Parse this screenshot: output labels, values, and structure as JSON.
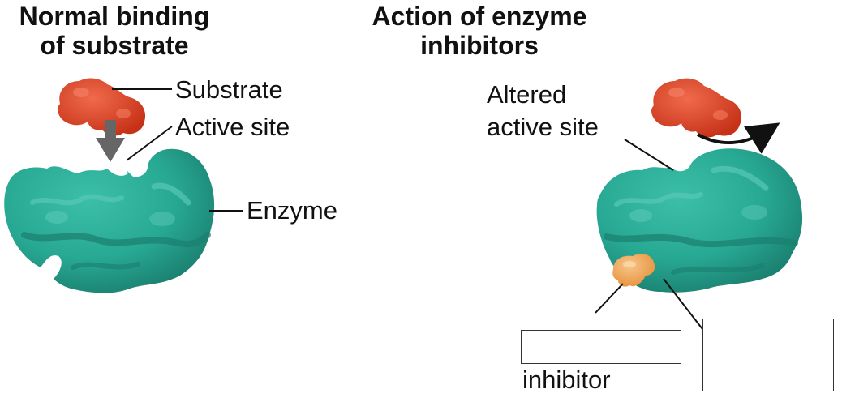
{
  "left_panel": {
    "title_line1": "Normal binding",
    "title_line2": "of substrate",
    "labels": {
      "substrate": "Substrate",
      "active_site": "Active site",
      "enzyme": "Enzyme"
    }
  },
  "right_panel": {
    "title_line1": "Action of enzyme",
    "title_line2": "inhibitors",
    "labels": {
      "altered_line1": "Altered",
      "altered_line2": "active site",
      "inhibitor": "inhibitor"
    }
  },
  "colors": {
    "enzyme": "#27a893",
    "enzyme_shadow": "#1b7f6f",
    "enzyme_highlight": "#59c8b5",
    "substrate": "#e0442a",
    "substrate_shadow": "#b52e18",
    "inhibitor": "#f2a65a",
    "arrow_gray": "#666666"
  }
}
